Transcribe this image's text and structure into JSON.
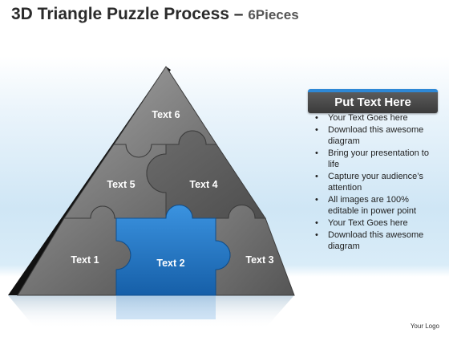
{
  "title": {
    "main": "3D Triangle Puzzle Process",
    "dash": " – ",
    "sub": "6Pieces"
  },
  "pieces": [
    {
      "label": "Text 1",
      "color": "#6e6e6e"
    },
    {
      "label": "Text 2",
      "color": "#1f78c8"
    },
    {
      "label": "Text 3",
      "color": "#6e6e6e"
    },
    {
      "label": "Text 4",
      "color": "#6a6a6a"
    },
    {
      "label": "Text 5",
      "color": "#747474"
    },
    {
      "label": "Text 6",
      "color": "#7a7a7a"
    }
  ],
  "panel": {
    "header": "Put Text Here",
    "bullets": [
      "Your Text Goes here",
      "Download this awesome diagram",
      "Bring your presentation to life",
      "Capture your audience’s attention",
      "All images are 100% editable in power point",
      "Your Text Goes here",
      "Download this awesome diagram"
    ]
  },
  "logo": "Your Logo",
  "colors": {
    "accent": "#2e88d6",
    "piece_gray": "#6e6e6e",
    "piece_blue": "#1f78c8",
    "edge_dark": "#111111"
  }
}
